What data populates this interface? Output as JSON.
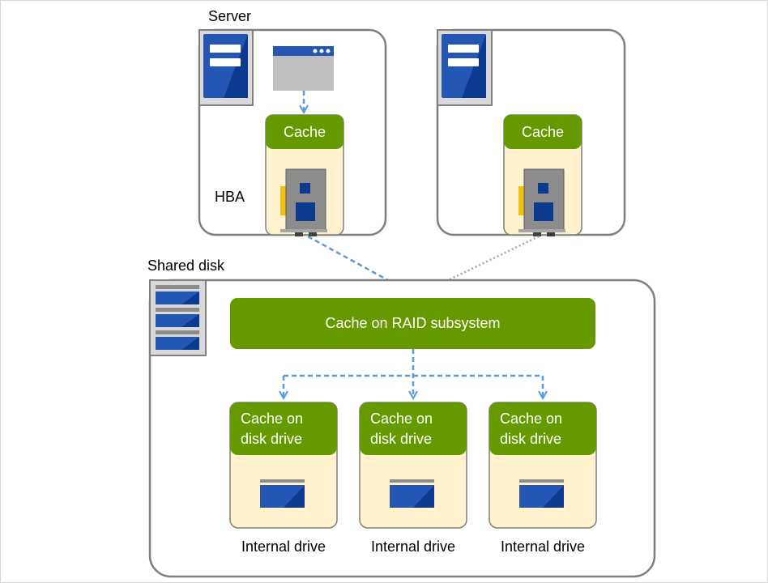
{
  "labels": {
    "server": "Server",
    "hba": "HBA",
    "shared_disk": "Shared disk",
    "server1_cache": "Cache",
    "server2_cache": "Cache",
    "raid_cache": "Cache on RAID subsystem",
    "drives": [
      {
        "cache_line1": "Cache on",
        "cache_line2": "disk drive",
        "name": "Internal drive"
      },
      {
        "cache_line1": "Cache on",
        "cache_line2": "disk drive",
        "name": "Internal drive"
      },
      {
        "cache_line1": "Cache on",
        "cache_line2": "disk drive",
        "name": "Internal drive"
      }
    ]
  },
  "colors": {
    "green": "#669900",
    "cream": "#fff2cc",
    "blue": "#2456b4",
    "dark_blue": "#0b3a8f",
    "gray_outline": "#7f7f7f",
    "arrow_blue": "#5b9bd5",
    "arrow_gray": "#a6a6a6"
  },
  "icons": {
    "server_icon": "server-tower-icon",
    "app_icon": "application-window-icon",
    "hba_icon": "hba-card-icon",
    "storage_icon": "storage-array-icon",
    "drive_icon": "disk-drive-icon"
  }
}
